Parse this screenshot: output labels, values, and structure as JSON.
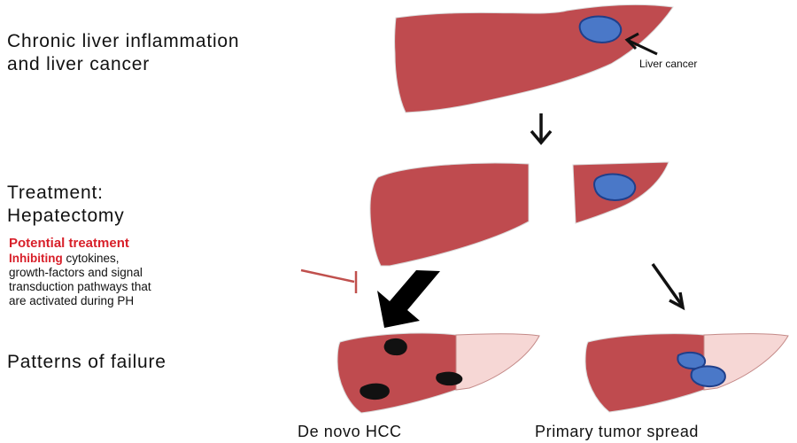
{
  "labels": {
    "chronic_line1": "Chronic liver inflammation",
    "chronic_line2": "and liver cancer",
    "treatment_line1": "Treatment:",
    "treatment_line2": "Hepatectomy",
    "patterns": "Patterns of failure"
  },
  "potential_treatment": {
    "title": "Potential treatment",
    "inhibiting": "Inhibiting",
    "line1_rest": " cytokines,",
    "line2": "growth-factors and signal",
    "line3": "transduction pathways that",
    "line4": "are activated during PH"
  },
  "callout": "Liver cancer",
  "captions": {
    "de_novo": "De novo HCC",
    "spread": "Primary tumor spread"
  },
  "colors": {
    "liver": "#bf4b4f",
    "liver_remnant": "#f6d7d5",
    "tumor": "#4a78c8",
    "tumor_border": "#1f3f8a",
    "inhibitor": "#c0504d",
    "new_tumor": "#111111"
  },
  "icons": {
    "arrow": "arrow-icon",
    "inhibitor": "inhibitor-t-bar-icon"
  }
}
